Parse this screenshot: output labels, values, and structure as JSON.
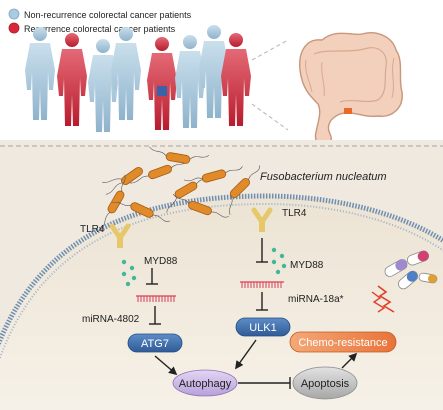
{
  "legend": {
    "non_recurrence": {
      "label": "Non-recurrence colorectal cancer patients",
      "color": "#a9cbe0"
    },
    "recurrence": {
      "label": "Recurrence colorectal cancer patients",
      "color": "#d9273a"
    }
  },
  "organism": {
    "label": "Fusobacterium nucleatum",
    "color": "#e08a2a"
  },
  "left_pathway": {
    "receptor": "TLR4",
    "adaptor": "MYD88",
    "mirna": "miRNA-4802",
    "target": "ATG7"
  },
  "right_pathway": {
    "receptor": "TLR4",
    "adaptor": "MYD88",
    "mirna": "miRNA-18a*",
    "target": "ULK1"
  },
  "outcomes": {
    "autophagy": "Autophagy",
    "apoptosis": "Apoptosis",
    "chemoresistance": "Chemo-resistance"
  },
  "colors": {
    "cell_fill": "#f1e9dc",
    "membrane": "#6f8fb0",
    "node_blue": "#3f6fae",
    "autophagy_fill": "#c9b6e4",
    "apoptosis_fill": "#c2c2c2",
    "chemo_fill": "#f08a50",
    "mirna_red": "#d8405a",
    "dots_teal": "#3fb79a"
  }
}
